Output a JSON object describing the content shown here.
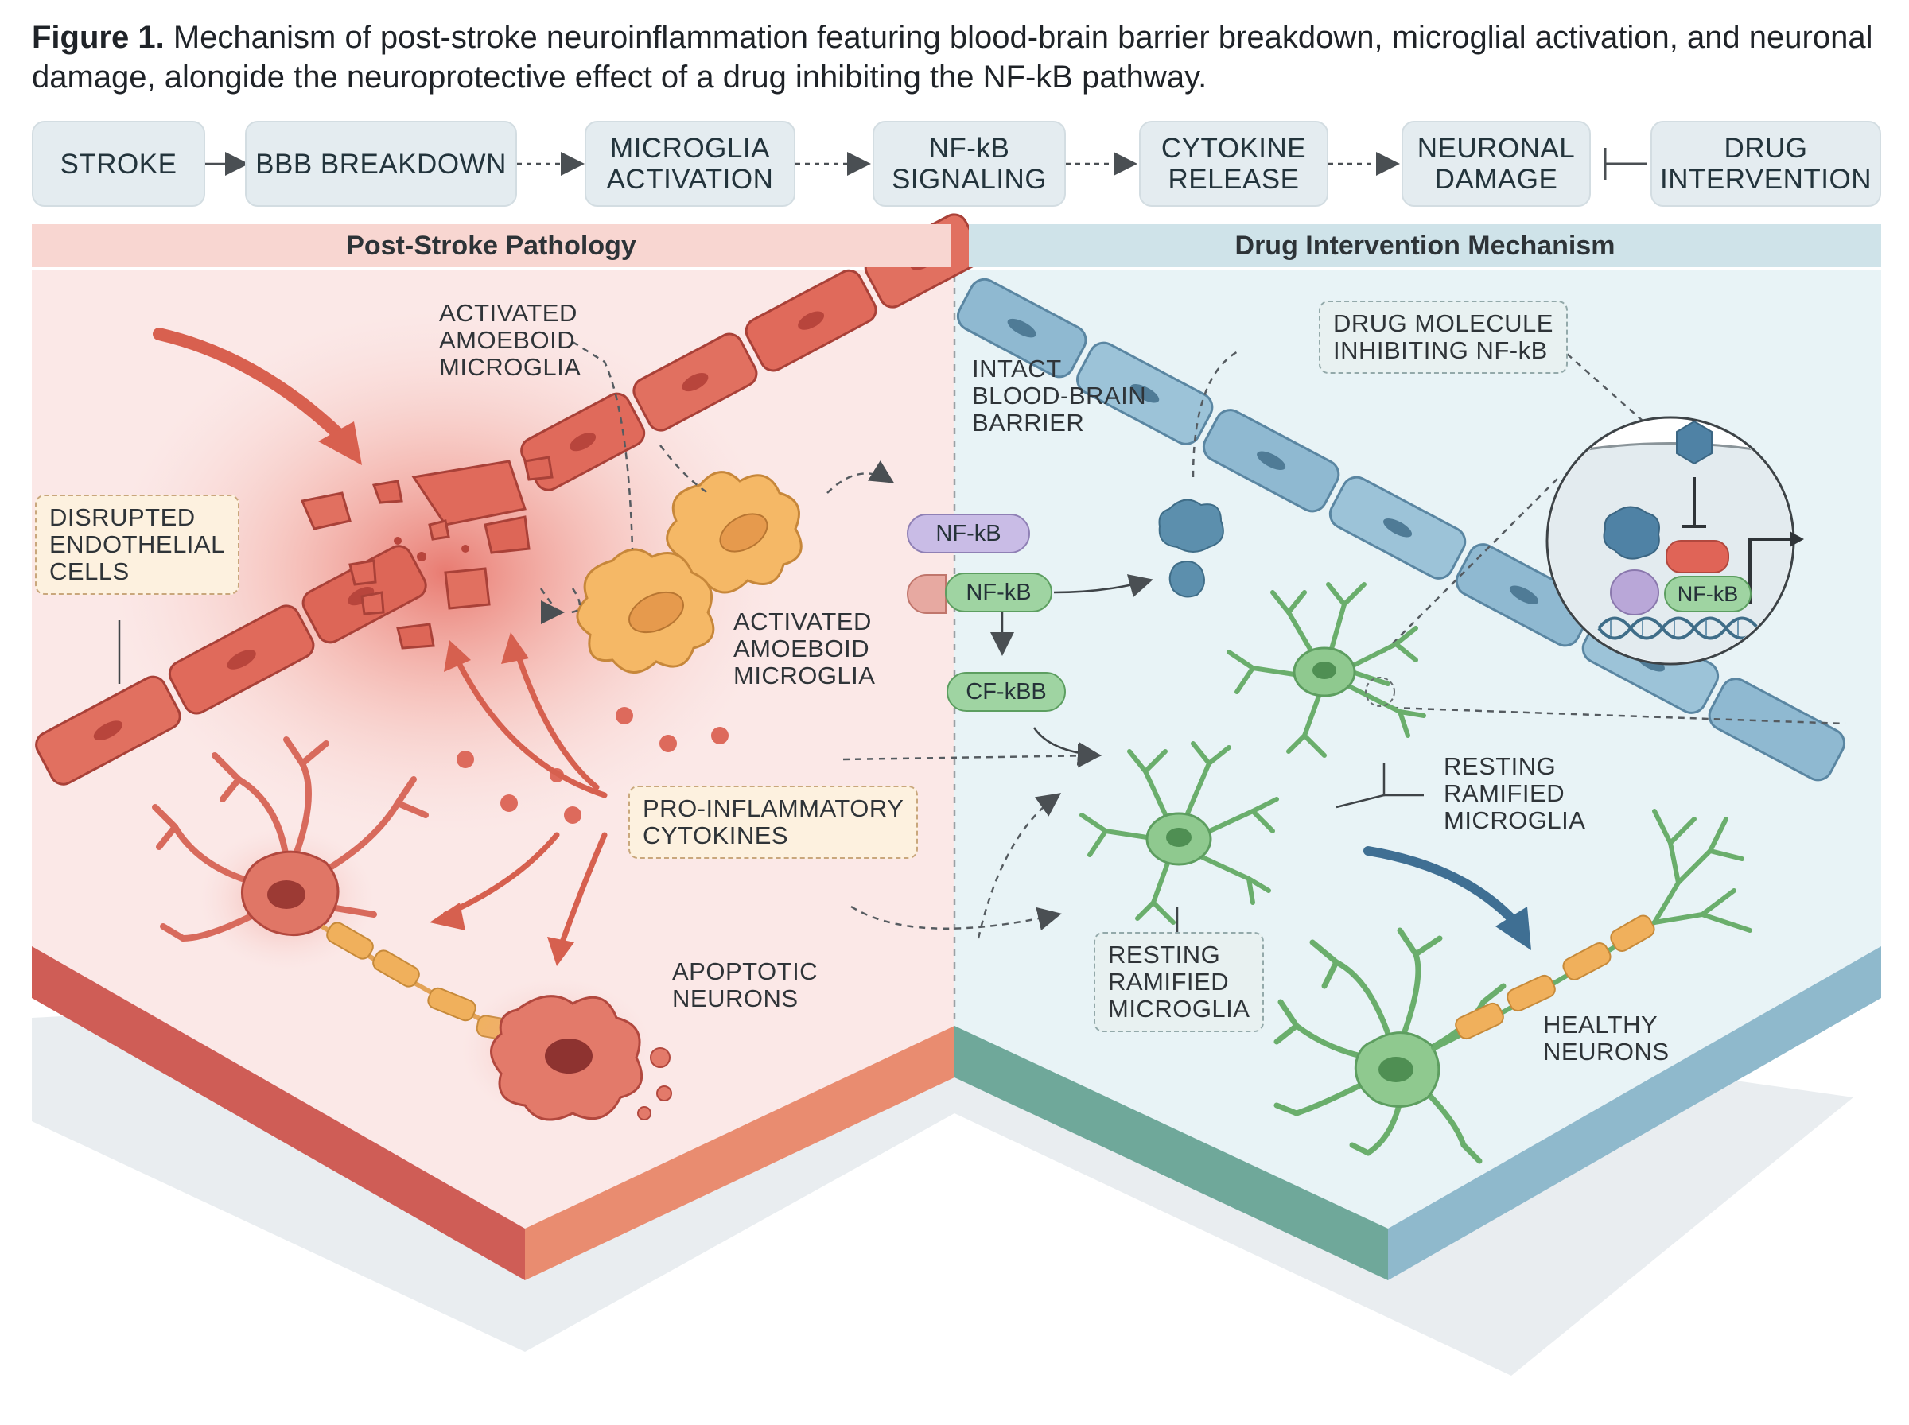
{
  "caption": {
    "prefix": "Figure 1.",
    "text": " Mechanism of post-stroke neuroinflammation featuring blood-brain barrier breakdown, microglial activation, and neuronal damage, alongide the neuroprotective effect of a drug inhibiting the NF-kB pathway."
  },
  "flow": {
    "stroke": "STROKE",
    "bbb": "BBB BREAKDOWN",
    "microglia": [
      "MICROGLIA",
      "ACTIVATION"
    ],
    "nfkb": [
      "NF-kB",
      "SIGNALING"
    ],
    "cytokine": [
      "CYTOKINE",
      "RELEASE"
    ],
    "neuronal": [
      "NEURONAL",
      "DAMAGE"
    ],
    "drug": [
      "DRUG",
      "INTERVENTION"
    ]
  },
  "panels": {
    "left_title": "Post-Stroke Pathology",
    "right_title": "Drug Intervention Mechanism"
  },
  "labels": {
    "activated_top": [
      "ACTIVATED",
      "AMOEBOID",
      "MICROGLIA"
    ],
    "disrupted": [
      "DISRUPTED",
      "ENDOTHELIAL",
      "CELLS"
    ],
    "activated_mid": [
      "ACTIVATED",
      "AMOEBOID",
      "MICROGLIA"
    ],
    "cytokines": [
      "PRO-INFLAMMATORY",
      "CYTOKINES"
    ],
    "apoptotic": [
      "APOPTOTIC",
      "NEURONS"
    ],
    "intact": [
      "INTACT",
      "BLOOD-BRAIN",
      "BARRIER"
    ],
    "drug_molecule": [
      "DRUG MOLECULE",
      "INHIBITING NF-kB"
    ],
    "resting_right": [
      "RESTING",
      "RAMIFIED",
      "MICROGLIA"
    ],
    "resting_bottom": [
      "RESTING",
      "RAMIFIED",
      "MICROGLIA"
    ],
    "healthy": [
      "HEALTHY",
      "NEURONS"
    ]
  },
  "pills": {
    "nfkb_purple": "NF-kB",
    "nfkb_green": "NF-kB",
    "cfkbb": "CF-kBB",
    "nfkb_inset": "NF-kB"
  },
  "colors": {
    "pathology": "#d9655a",
    "intervention": "#7fb1c4",
    "microglia_active": "#f2b266",
    "microglia_resting": "#7dbb7e",
    "nfkb_purple": "#b9a7d8",
    "nfkb_green": "#93cf97"
  }
}
